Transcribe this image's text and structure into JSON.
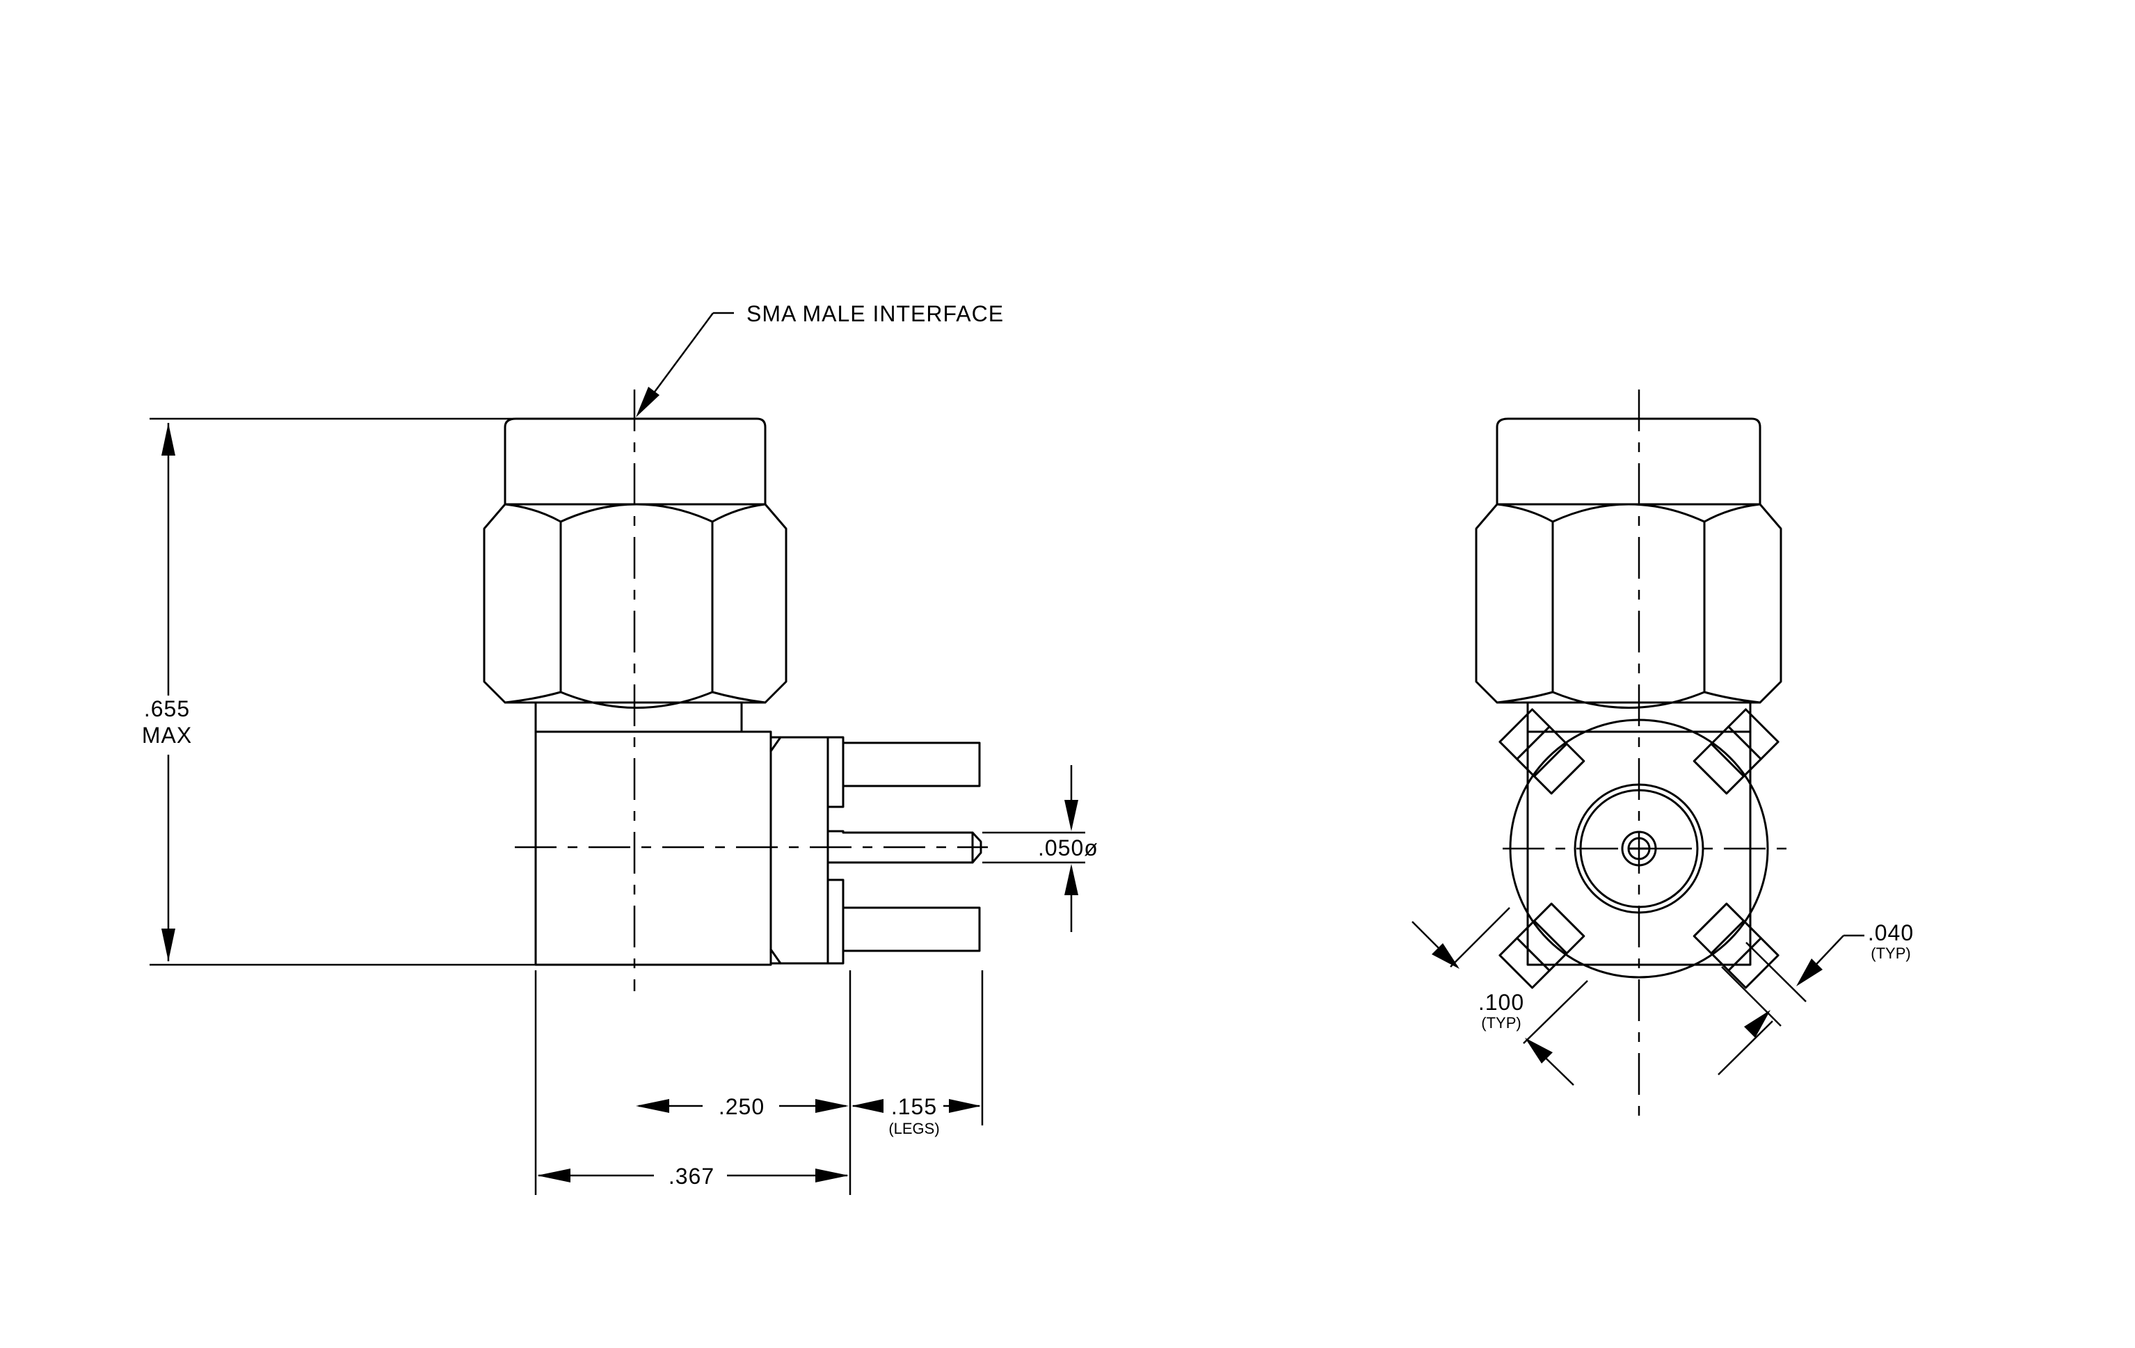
{
  "callout": {
    "interface": "SMA MALE INTERFACE"
  },
  "side_view": {
    "height_dim": ".655",
    "height_note": "MAX",
    "pin_dia": ".050ø",
    "dim_center": ".250",
    "dim_legs": ".155",
    "dim_legs_note": "(LEGS)",
    "dim_overall": ".367"
  },
  "end_view": {
    "leg_width": ".040",
    "leg_width_note": "(TYP)",
    "leg_length": ".100",
    "leg_length_note": "(TYP)"
  }
}
